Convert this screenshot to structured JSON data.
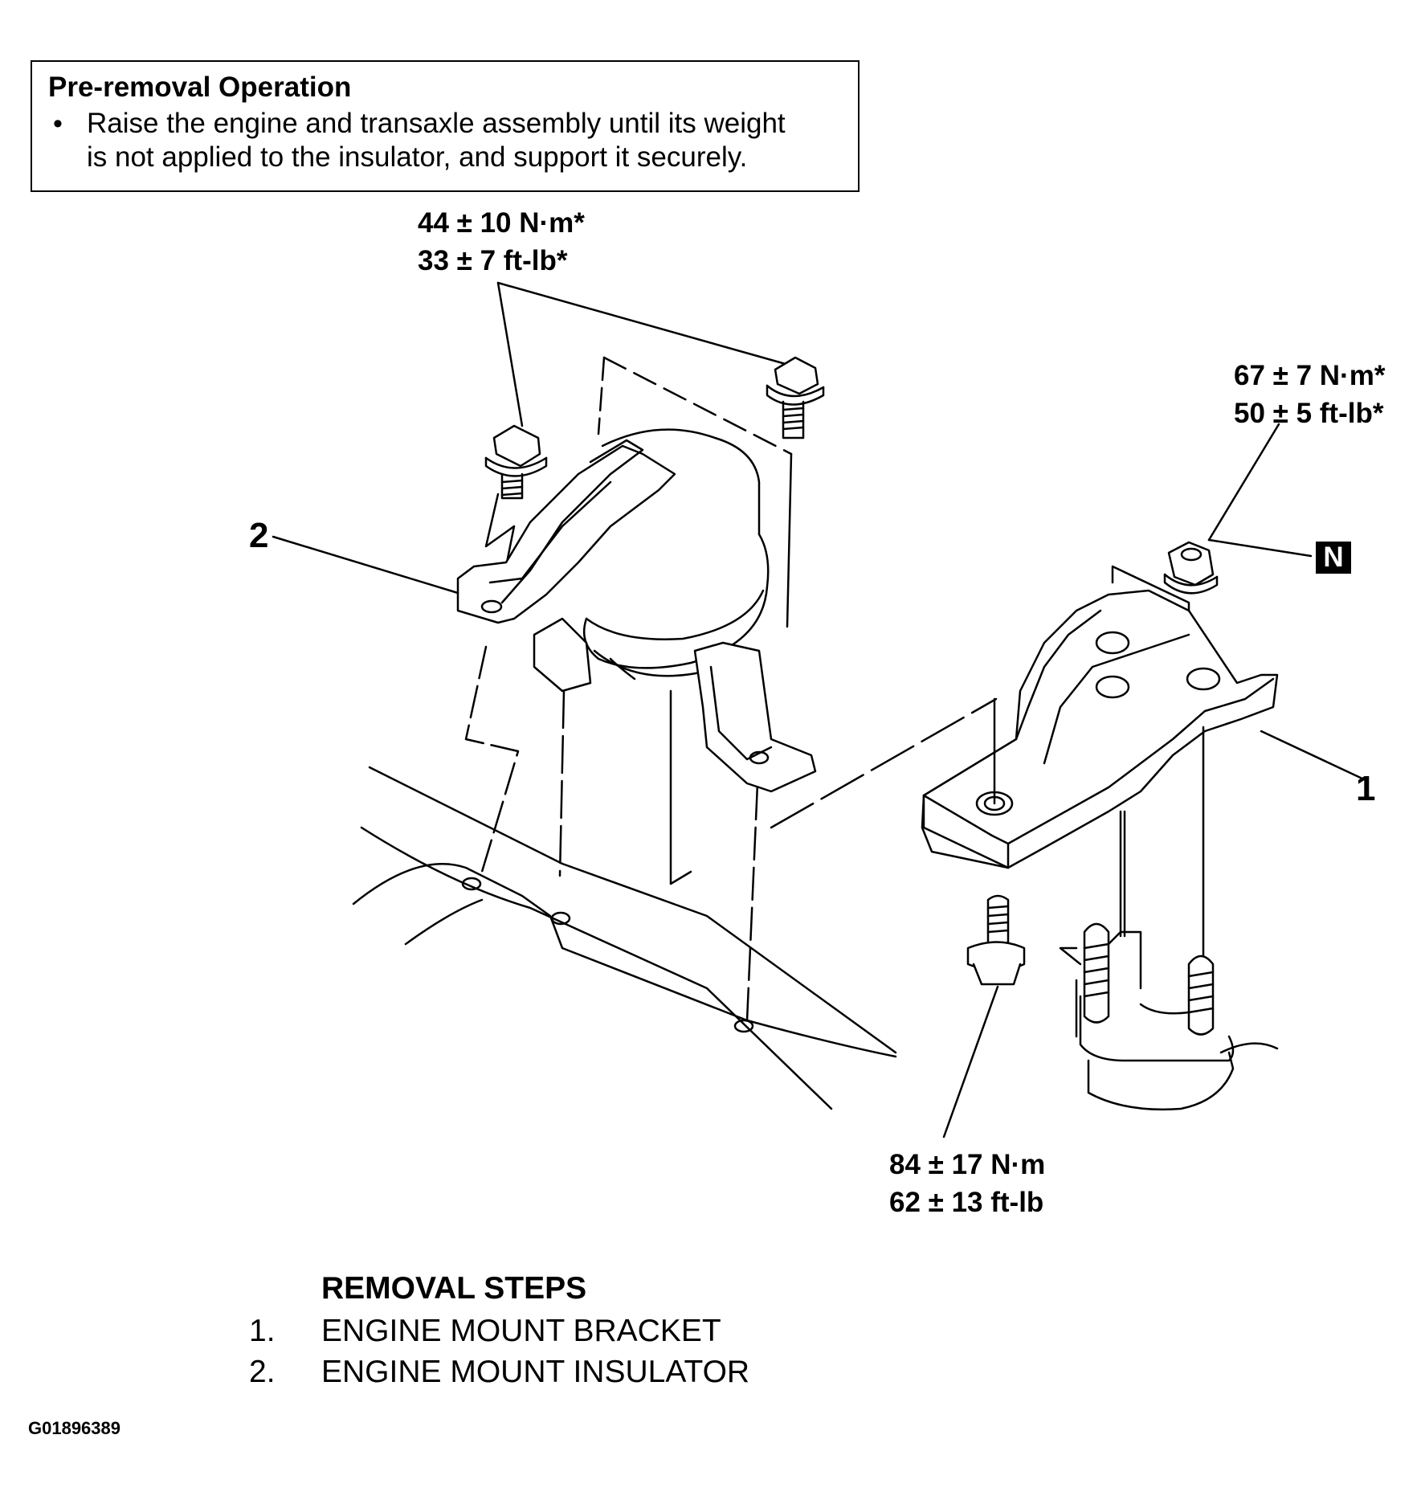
{
  "pre_removal": {
    "title": "Pre-removal Operation",
    "bullet": "•",
    "line1": "Raise the engine and transaxle assembly until its weight",
    "line2": "is not applied to the insulator, and support it securely."
  },
  "torques": {
    "insulator_bolts": {
      "nm": "44 ± 10 N·m*",
      "ftlb": "33 ± 7 ft-lb*"
    },
    "bracket_nut": {
      "nm": "67 ± 7 N·m*",
      "ftlb": "50 ± 5 ft-lb*"
    },
    "bracket_bolt": {
      "nm": "84 ± 17 N·m",
      "ftlb": "62 ± 13 ft-lb"
    }
  },
  "callouts": {
    "c1": "1",
    "c2": "2"
  },
  "n_badge": "N",
  "removal": {
    "heading": "REMOVAL STEPS",
    "steps": [
      {
        "num": "1.",
        "text": "ENGINE MOUNT BRACKET"
      },
      {
        "num": "2.",
        "text": "ENGINE MOUNT INSULATOR"
      }
    ]
  },
  "figure_id": "G01896389"
}
